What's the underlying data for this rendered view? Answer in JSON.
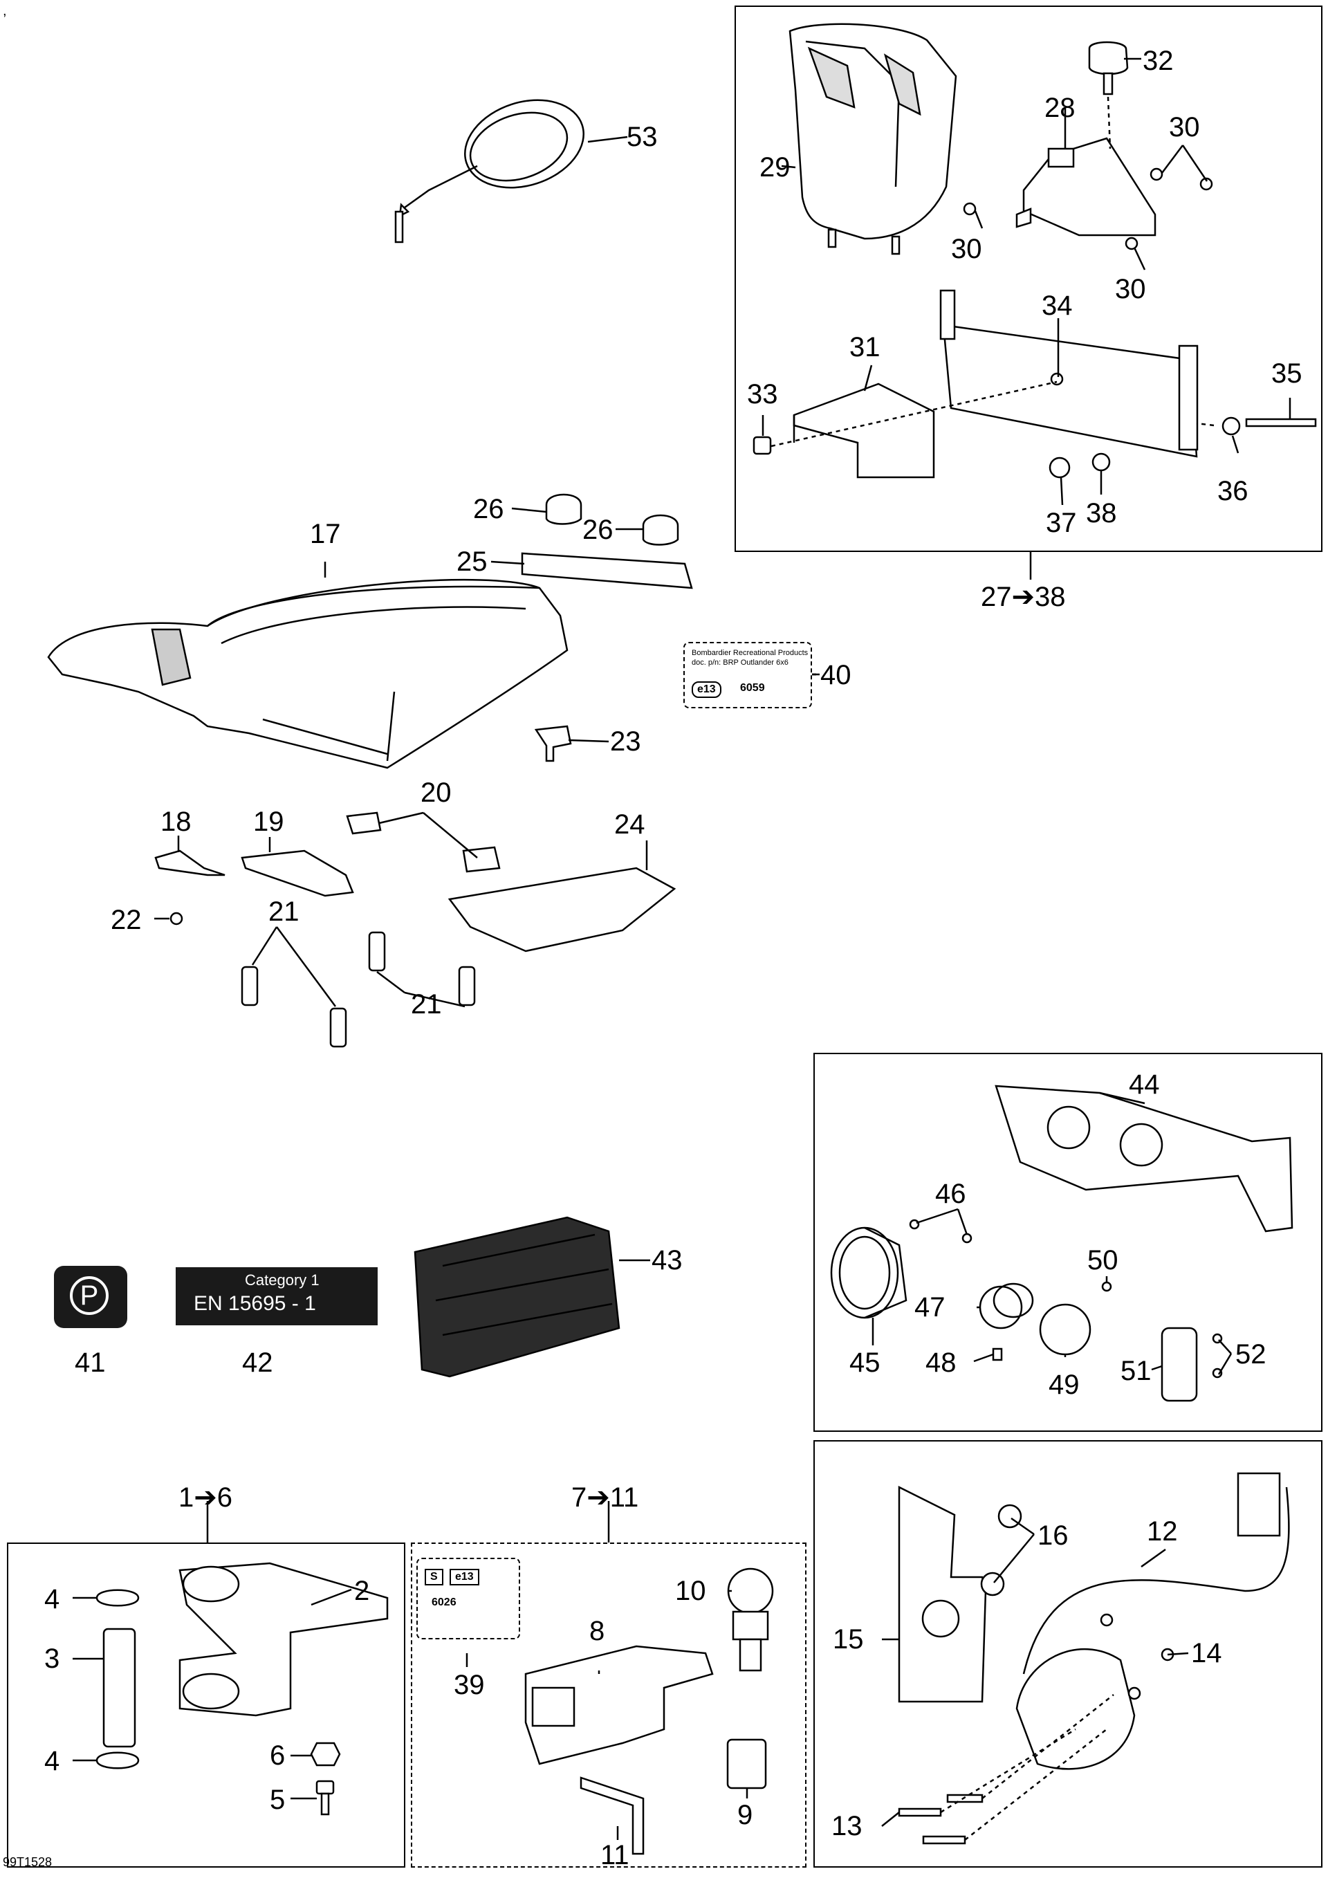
{
  "corner_mark": ",",
  "drawing_code": "99T1528",
  "group_labels": {
    "g27_38": "27➔38",
    "g1_6": "1➔6",
    "g7_11": "7➔11"
  },
  "decals": {
    "d40_line1": "Bombardier Recreational Products",
    "d40_line2": "doc. p/n: BRP Outlander 6x6",
    "d40_cert": "e13",
    "d40_num": "6059",
    "d39_s": "S",
    "d39_cert": "e13",
    "d39_num": "6026",
    "d42_line1": "Category 1",
    "d42_line2": "EN   15695   -   1",
    "d41_symbol": "P"
  },
  "parts": {
    "p1": "1",
    "p2": "2",
    "p3": "3",
    "p4a": "4",
    "p4b": "4",
    "p5": "5",
    "p6": "6",
    "p7": "7",
    "p8": "8",
    "p9": "9",
    "p10": "10",
    "p11": "11",
    "p12": "12",
    "p13": "13",
    "p14": "14",
    "p15": "15",
    "p16": "16",
    "p17": "17",
    "p18": "18",
    "p19": "19",
    "p20": "20",
    "p21a": "21",
    "p21b": "21",
    "p22": "22",
    "p23": "23",
    "p24": "24",
    "p25": "25",
    "p26a": "26",
    "p26b": "26",
    "p27": "27",
    "p28": "28",
    "p29": "29",
    "p30a": "30",
    "p30b": "30",
    "p30c": "30",
    "p31": "31",
    "p32": "32",
    "p33": "33",
    "p34": "34",
    "p35": "35",
    "p36": "36",
    "p37": "37",
    "p38": "38",
    "p39": "39",
    "p40": "40",
    "p41": "41",
    "p42": "42",
    "p43": "43",
    "p44": "44",
    "p45": "45",
    "p46": "46",
    "p47": "47",
    "p48": "48",
    "p49": "49",
    "p50": "50",
    "p51": "51",
    "p52": "52",
    "p53": "53"
  }
}
